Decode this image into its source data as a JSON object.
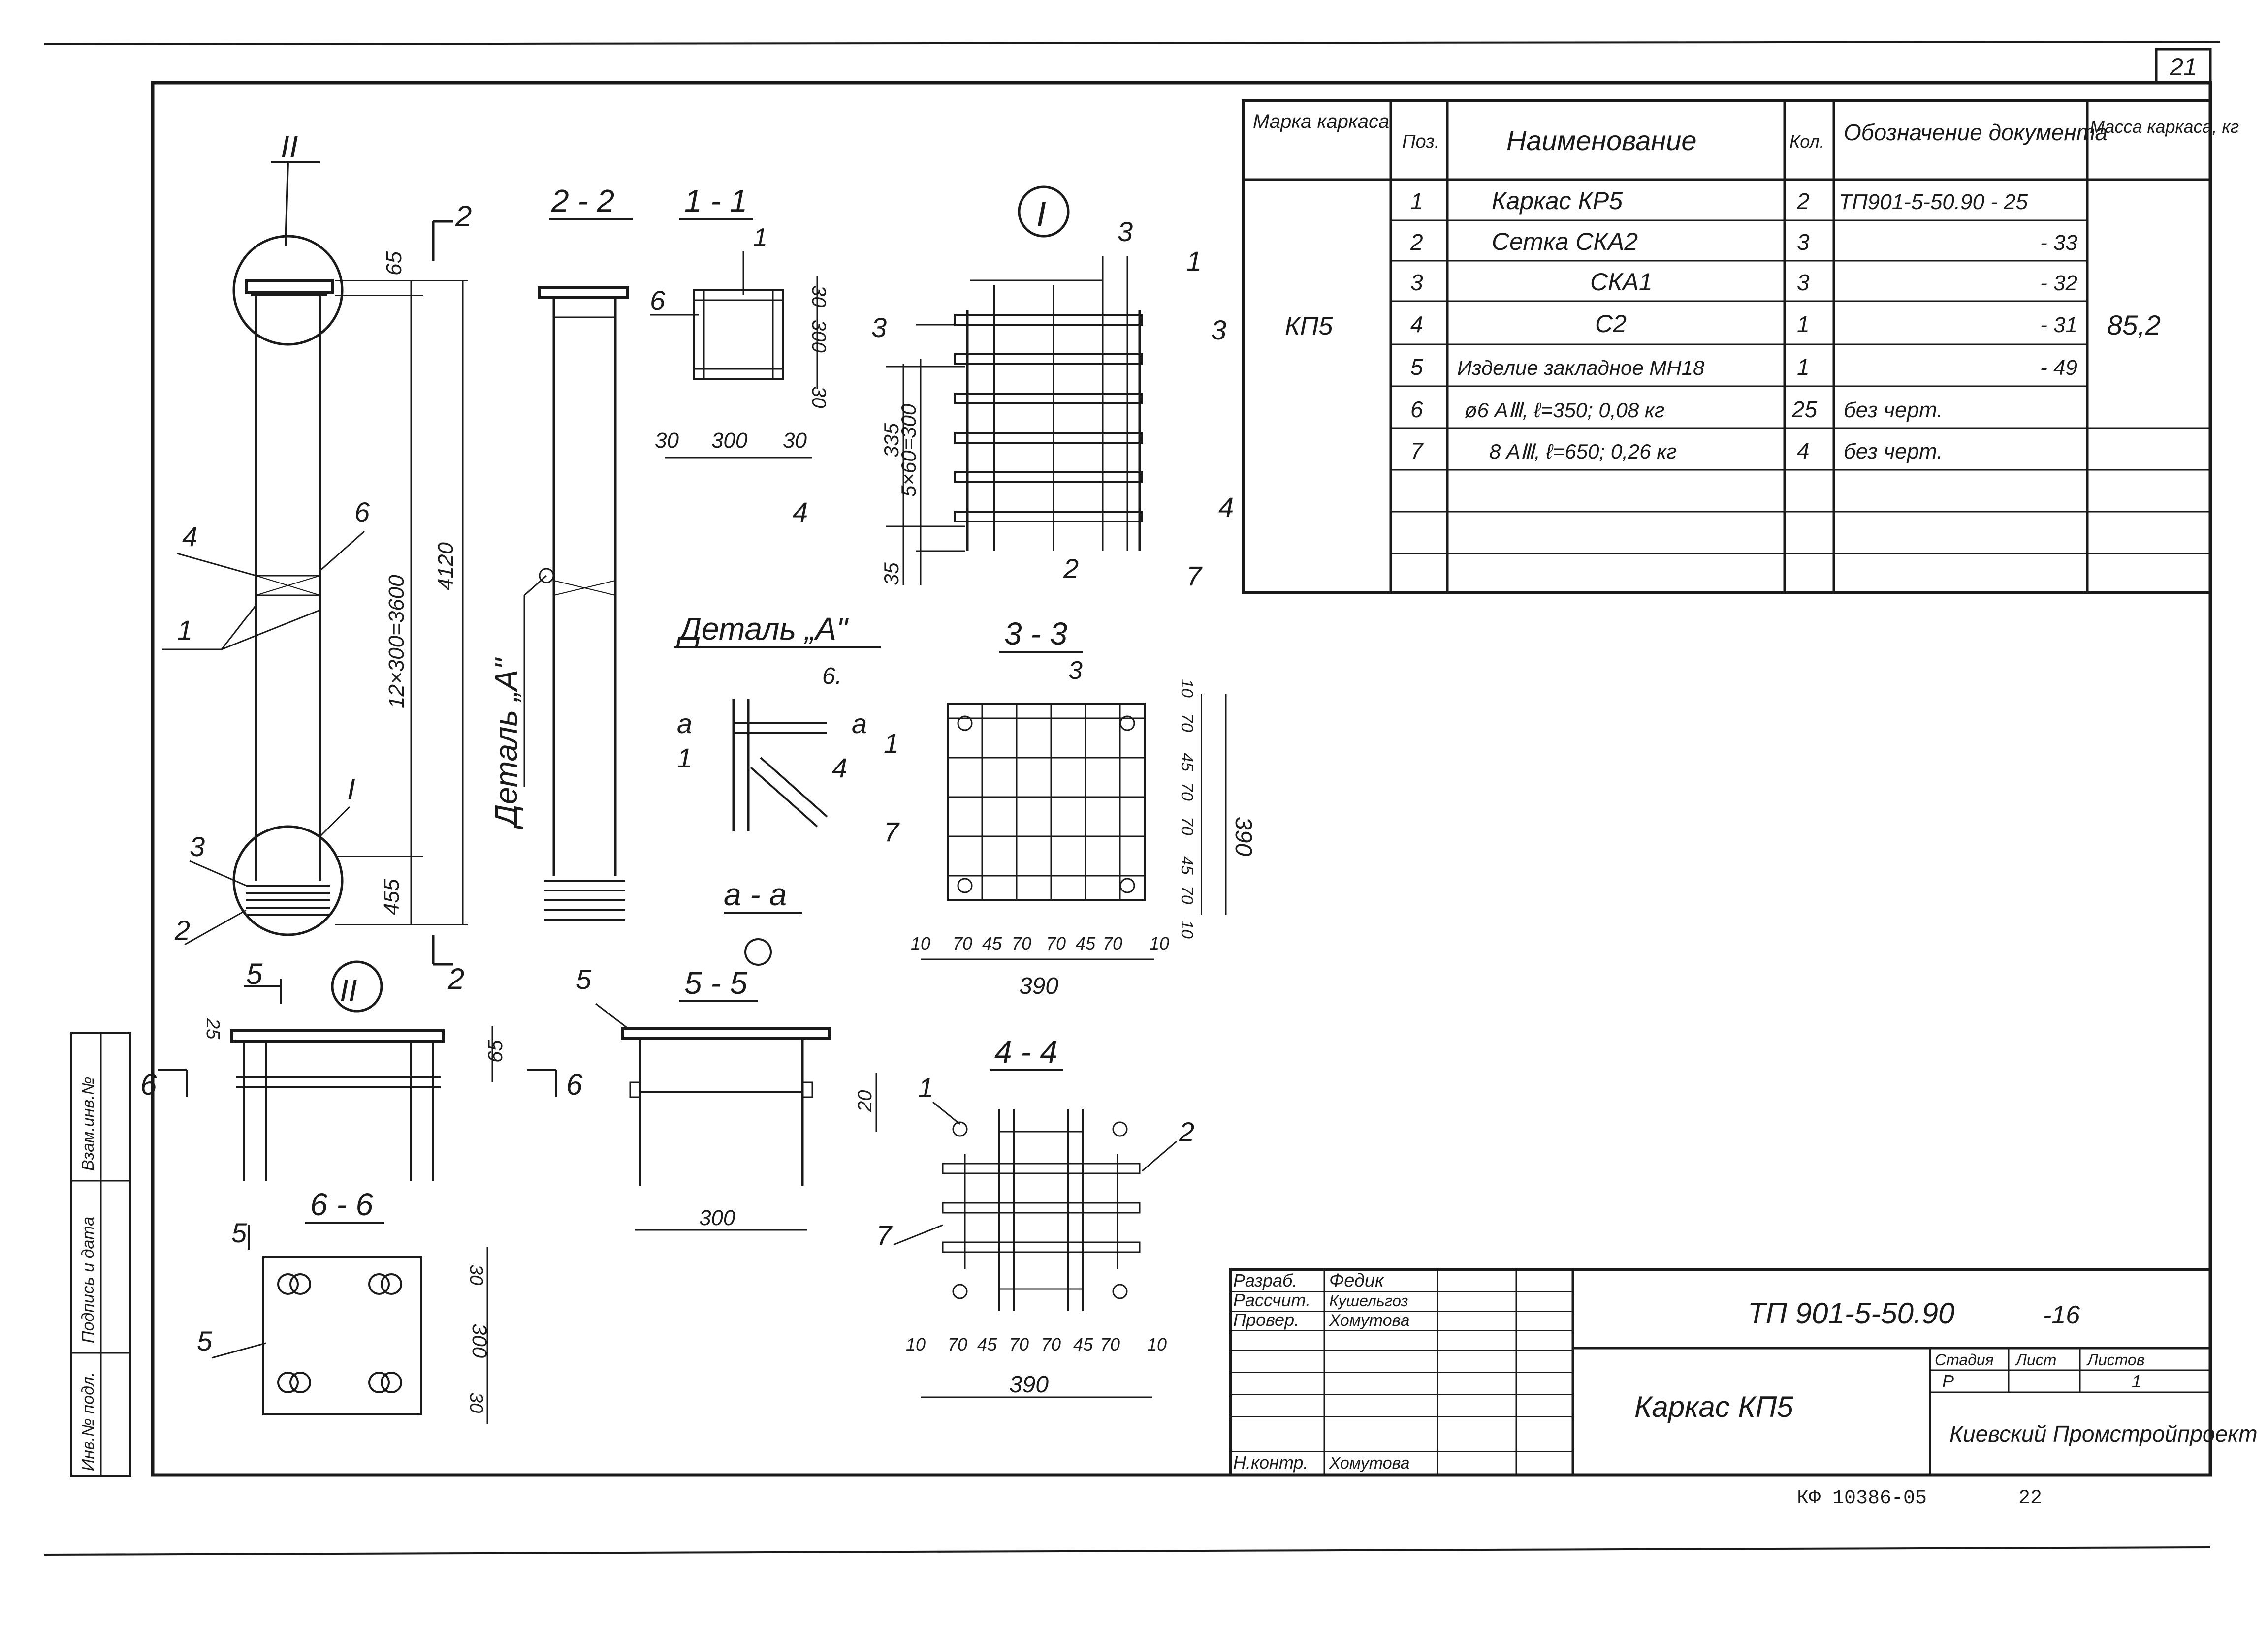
{
  "sheet_number": "21",
  "spec_table": {
    "headers": {
      "marka": "Марка каркаса",
      "pos": "Поз.",
      "name": "Наименование",
      "qty": "Кол.",
      "doc": "Обозначение документа",
      "mass": "Масса каркаса, кг"
    },
    "marka_value": "КП5",
    "mass_value": "85,2",
    "rows": [
      {
        "pos": "1",
        "name": "Каркас КР5",
        "qty": "2",
        "doc": "ТП901-5-50.90 - 25"
      },
      {
        "pos": "2",
        "name": "Сетка СКА2",
        "qty": "3",
        "doc": "- 33"
      },
      {
        "pos": "3",
        "name": "СКА1",
        "qty": "3",
        "doc": "- 32"
      },
      {
        "pos": "4",
        "name": "С2",
        "qty": "1",
        "doc": "- 31"
      },
      {
        "pos": "5",
        "name": "Изделие закладное МН18",
        "qty": "1",
        "doc": "- 49"
      },
      {
        "pos": "6",
        "name": "ø6 АⅢ, ℓ=350; 0,08 кг",
        "qty": "25",
        "doc": "без черт."
      },
      {
        "pos": "7",
        "name": "8 АⅢ, ℓ=650; 0,26 кг",
        "qty": "4",
        "doc": "без черт."
      }
    ]
  },
  "views": {
    "section_2_2": "2 - 2",
    "section_1_1": "1 - 1",
    "node_I": "I",
    "node_II": "II",
    "detail_A": "Деталь „А\"",
    "detail_A_vertical": "Деталь „А\"",
    "section_3_3": "3 - 3",
    "section_a_a": "а - а",
    "section_5_5": "5 - 5",
    "section_4_4": "4 - 4",
    "section_6_6": "6 - 6"
  },
  "dimensions": {
    "d65": "65",
    "d12x300": "12×300=3600",
    "d4120": "4120",
    "d455": "455",
    "d30": "30",
    "d300": "300",
    "d335": "335",
    "d5x60": "5×60=300",
    "d35": "35",
    "d390": "390",
    "d10": "10",
    "d70": "70",
    "d45": "45",
    "d20": "20",
    "d25": "25"
  },
  "title_block": {
    "doc_code": "ТП 901-5-50.90",
    "sheet_suffix": "-16",
    "title": "Каркас КП5",
    "roles": [
      {
        "role": "Разраб.",
        "name": "Федик"
      },
      {
        "role": "Рассчит.",
        "name": "Кушельгоз"
      },
      {
        "role": "Провер.",
        "name": "Хомутова"
      },
      {
        "role": "Н.контр.",
        "name": "Хомутова"
      }
    ],
    "stage_label": "Стадия",
    "sheet_label": "Лист",
    "sheets_label": "Листов",
    "stage_value": "Р",
    "sheets_value": "1",
    "organization": "Киевский Промстройпроект"
  },
  "side_stamp": [
    "Взам.инв.№",
    "Подпись и дата",
    "Инв.№ подл."
  ],
  "footer": {
    "archive": "КФ 10386-05",
    "page": "22"
  }
}
